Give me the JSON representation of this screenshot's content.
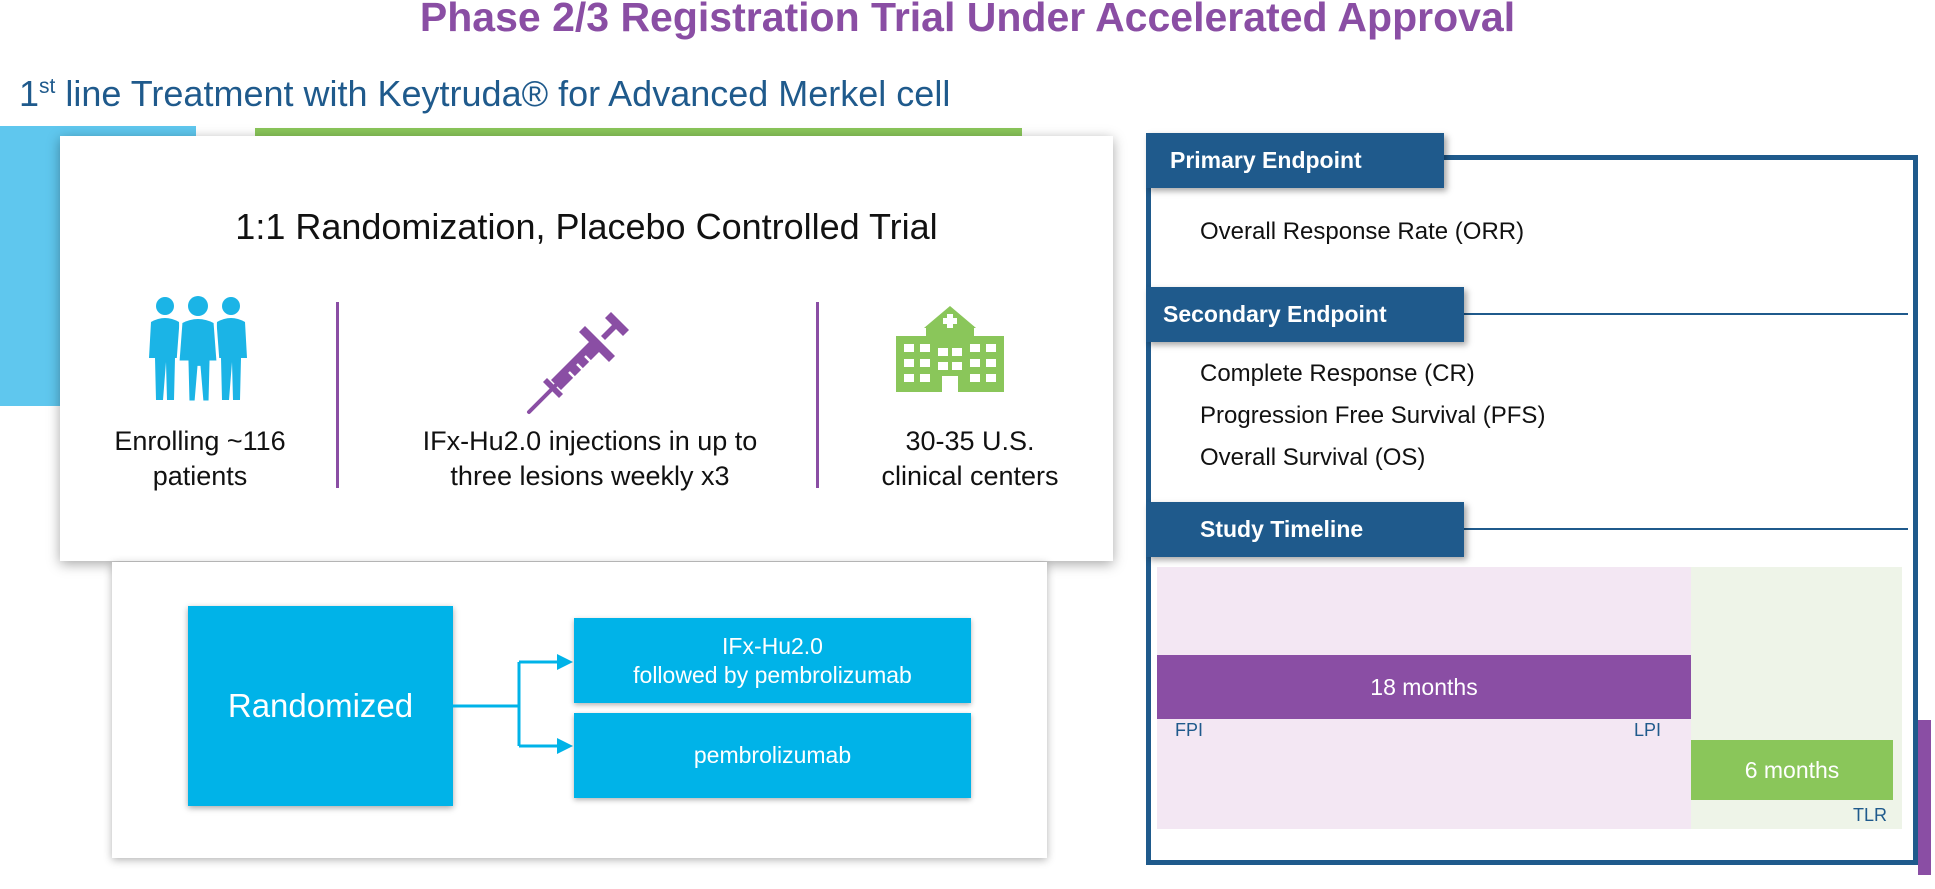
{
  "title": "Phase 2/3 Registration Trial Under Accelerated Approval",
  "subtitle": {
    "prefix": "1",
    "sup": "st",
    "rest": " line Treatment with Keytruda® for Advanced Merkel cell"
  },
  "design_card": {
    "heading": "1:1 Randomization, Placebo Controlled Trial",
    "features": [
      {
        "icon": "people-icon",
        "line1": "Enrolling ~116",
        "line2": "patients"
      },
      {
        "icon": "syringe-icon",
        "line1": "IFx-Hu2.0 injections in up to",
        "line2": "three lesions weekly x3"
      },
      {
        "icon": "hospital-icon",
        "line1": "30-35 U.S.",
        "line2": "clinical centers"
      }
    ]
  },
  "randomization": {
    "label": "Randomized",
    "arm1_line1": "IFx-Hu2.0",
    "arm1_line2": "followed by pembrolizumab",
    "arm2": "pembrolizumab"
  },
  "endpoints": {
    "primary_tab": "Primary Endpoint",
    "primary_items": [
      "Overall Response Rate (ORR)"
    ],
    "secondary_tab": "Secondary Endpoint",
    "secondary_items": [
      "Complete Response (CR)",
      "Progression Free Survival (PFS)",
      "Overall Survival (OS)"
    ]
  },
  "timeline": {
    "tab": "Study Timeline",
    "bar1": "18 months",
    "bar2": "6 months",
    "fpi": "FPI",
    "lpi": "LPI",
    "tlr": "TLR"
  },
  "colors": {
    "title_purple": "#8a4ea4",
    "navy": "#1f5a8c",
    "cyan": "#00b3e8",
    "green": "#8ac65a",
    "icon_blue": "#1bb4e6"
  }
}
